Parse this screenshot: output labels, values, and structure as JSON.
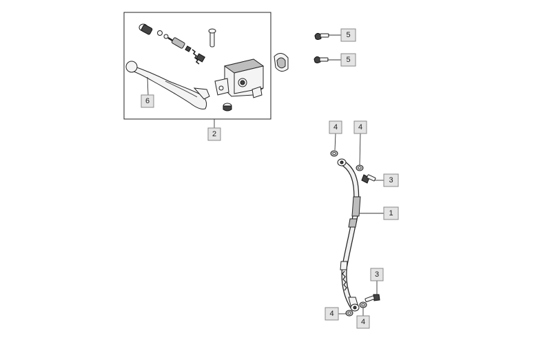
{
  "diagram": {
    "callouts": {
      "hose": "1",
      "master_cylinder_assembly": "2",
      "banjo_bolt_upper": "3",
      "banjo_bolt_lower": "3",
      "washer_upper_left": "4",
      "washer_upper_right": "4",
      "washer_lower_left": "4",
      "washer_lower_right": "4",
      "screw_upper": "5",
      "screw_lower": "5",
      "lever": "6"
    }
  }
}
